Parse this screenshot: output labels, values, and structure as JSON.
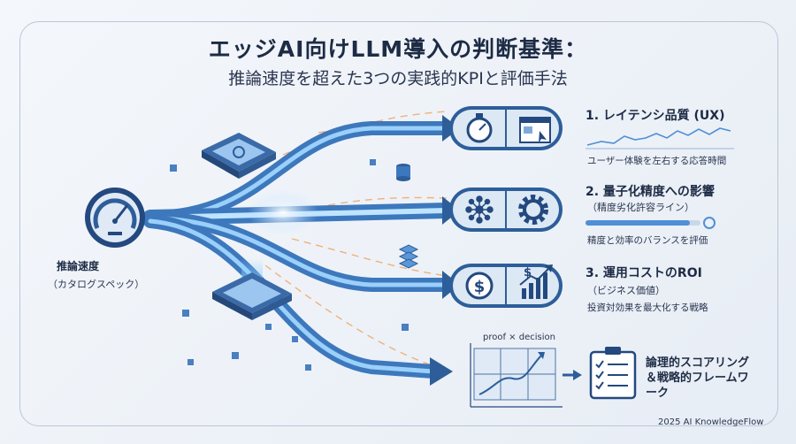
{
  "title": "エッジAI向けLLM導入の判断基準：",
  "subtitle": "推論速度を超えた3つの実践的KPIと評価手法",
  "source": {
    "label": "推論速度",
    "sub": "（カタログスペック）",
    "icon": "speedometer-icon"
  },
  "kpis": [
    {
      "title": "1. レイテンシ品質 (UX)",
      "sub": "",
      "desc": "ユーザー体験を左右する応答時間",
      "icons": [
        "stopwatch-icon",
        "browser-window-icon"
      ]
    },
    {
      "title": "2. 量子化精度への影響",
      "sub": "（精度劣化許容ライン）",
      "desc": "精度と効率のバランスを評価",
      "icons": [
        "neural-network-icon",
        "gear-icon"
      ]
    },
    {
      "title": "3. 運用コストのROI",
      "sub": "（ビジネス価値）",
      "desc": "投資対効果を最大化する戦略",
      "icons": [
        "dollar-coin-icon",
        "growth-chart-icon"
      ]
    }
  ],
  "outcome": {
    "chart_label": "proof × decision",
    "text": "論理的スコアリング ＆戦略的フレームワーク",
    "icon": "clipboard-checklist-icon"
  },
  "footer": "2025 AI KnowledgeFlow",
  "colors": {
    "accent": "#2d5e9a",
    "dark": "#1d2b45",
    "flow": "#7fb8ec",
    "spark": "#f0a25a"
  }
}
